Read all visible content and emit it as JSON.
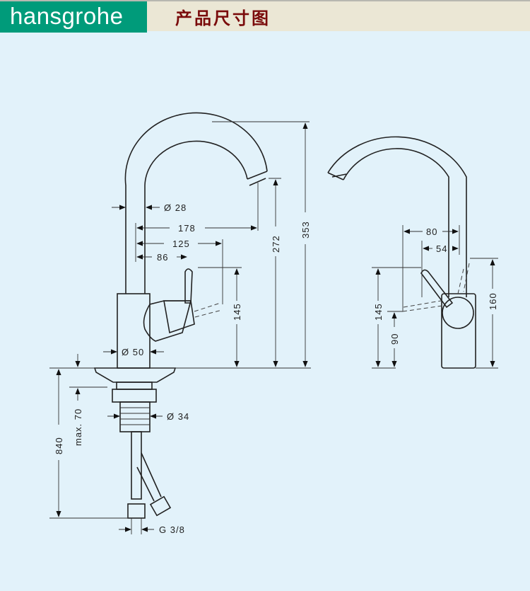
{
  "header": {
    "brand": "hansgrohe",
    "title": "产品尺寸图"
  },
  "colors": {
    "brand_green": "#009b7a",
    "title_red": "#7a0b0b",
    "background": "#e2f2fa"
  },
  "front_view": {
    "height_total": "353",
    "outlet_height": "272",
    "handle_height": "145",
    "spout_diameter": "Ø 28",
    "reach": "178",
    "handle_reach": "125",
    "lever_offset": "86",
    "body_diameter": "Ø 50",
    "below_counter": "840",
    "counter_thickness": "max. 70",
    "shank_diameter": "Ø 34",
    "connection": "G 3/8"
  },
  "side_view": {
    "width_a": "80",
    "width_b": "54",
    "height_a": "145",
    "height_b": "90",
    "height_c": "160"
  }
}
